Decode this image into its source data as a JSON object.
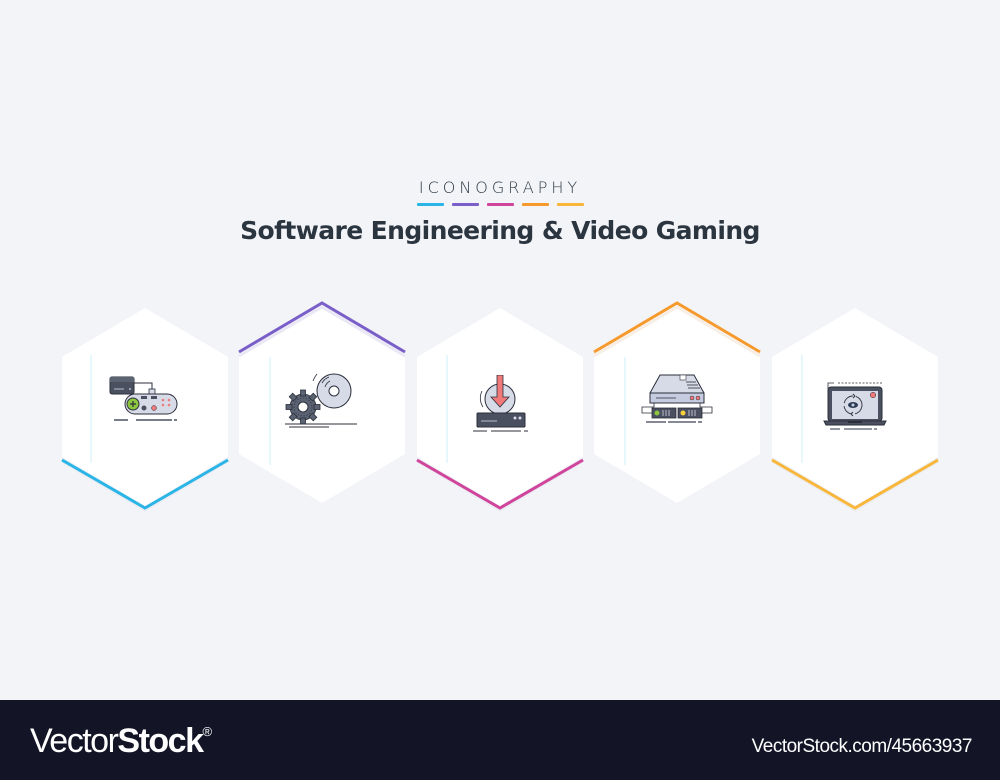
{
  "header": {
    "kicker": "ICONOGRAPHY",
    "title": "Software Engineering & Video Gaming",
    "bar_colors": [
      "#2bb5e6",
      "#7a5fc9",
      "#d1449b",
      "#f79a2e",
      "#f8b73a"
    ]
  },
  "icons": [
    {
      "name": "game-console-controller-icon",
      "accent": "#2bb5e6",
      "accent_position": "bottom"
    },
    {
      "name": "gear-disc-icon",
      "accent": "#7a5fc9",
      "accent_position": "top"
    },
    {
      "name": "download-drive-icon",
      "accent": "#d1449b",
      "accent_position": "bottom"
    },
    {
      "name": "hard-drive-server-icon",
      "accent": "#f79a2e",
      "accent_position": "top"
    },
    {
      "name": "laptop-eye-refresh-icon",
      "accent": "#f8b73a",
      "accent_position": "bottom"
    }
  ],
  "footer": {
    "brand_light": "Vector",
    "brand_bold": "Stock",
    "brand_mark": "®",
    "url": "VectorStock.com/45663937"
  }
}
